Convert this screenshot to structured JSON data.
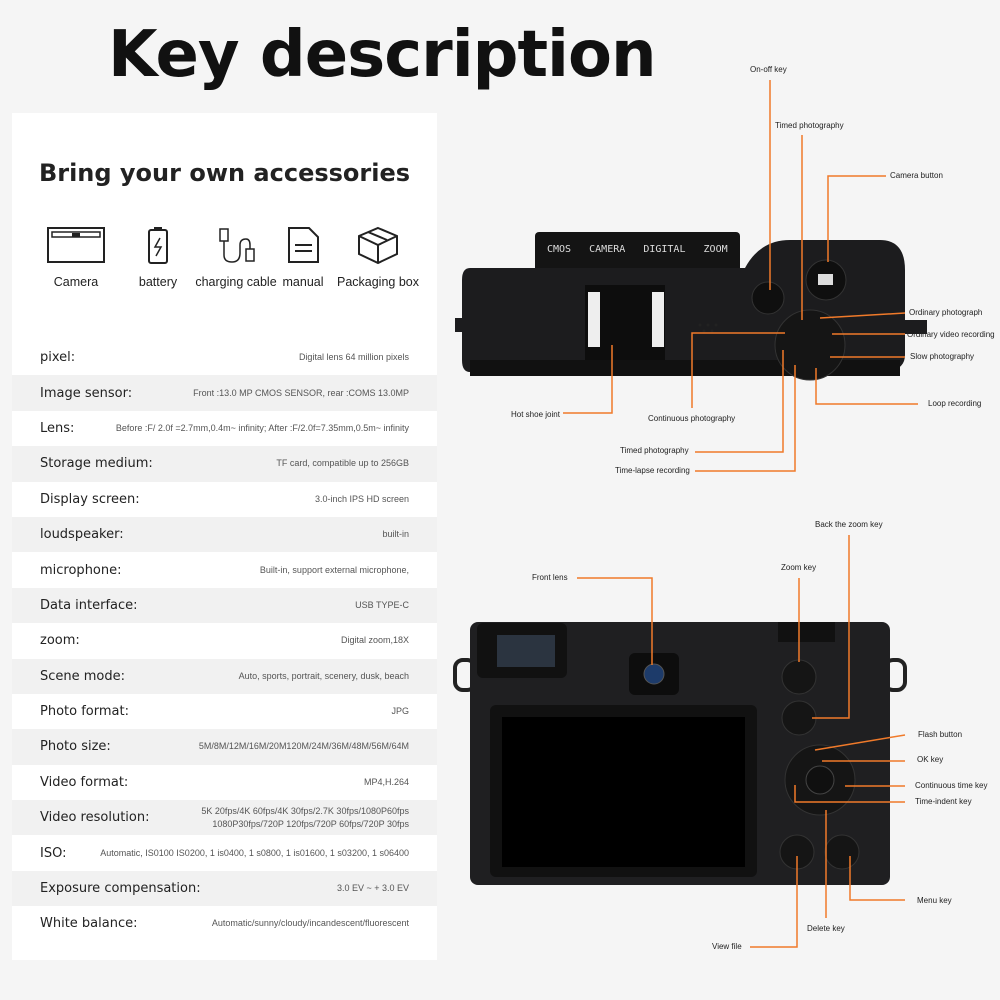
{
  "title": "Key description",
  "accessories": {
    "heading": "Bring your own accessories",
    "items": [
      {
        "label": "Camera",
        "icon": "camera-icon"
      },
      {
        "label": "battery",
        "icon": "battery-icon"
      },
      {
        "label": "charging cable",
        "icon": "cable-icon"
      },
      {
        "label": "manual",
        "icon": "manual-icon"
      },
      {
        "label": "Packaging box",
        "icon": "box-icon"
      }
    ]
  },
  "specs": [
    {
      "label": "pixel:",
      "value": "Digital lens 64 million pixels"
    },
    {
      "label": "Image sensor:",
      "value": "Front :13.0 MP CMOS SENSOR, rear :COMS 13.0MP"
    },
    {
      "label": "Lens:",
      "value": "Before :F/ 2.0f =2.7mm,0.4m~ infinity; After :F/2.0f=7.35mm,0.5m~ infinity"
    },
    {
      "label": "Storage medium:",
      "value": "TF card, compatible up to 256GB"
    },
    {
      "label": "Display screen:",
      "value": "3.0-inch IPS HD screen"
    },
    {
      "label": "loudspeaker:",
      "value": "built-in"
    },
    {
      "label": "microphone:",
      "value": "Built-in, support external microphone,"
    },
    {
      "label": "Data interface:",
      "value": "USB TYPE-C"
    },
    {
      "label": "zoom:",
      "value": "Digital zoom,18X"
    },
    {
      "label": "Scene mode:",
      "value": "Auto, sports, portrait, scenery, dusk, beach"
    },
    {
      "label": "Photo format:",
      "value": "JPG"
    },
    {
      "label": "Photo size:",
      "value": "5M/8M/12M/16M/20M120M/24M/36M/48M/56M/64M"
    },
    {
      "label": "Video format:",
      "value": "MP4,H.264"
    },
    {
      "label": "Video resolution:",
      "value": "5K 20fps/4K 60fps/4K 30fps/2.7K 30fps/1080P60fps\n1080P30fps/720P 120fps/720P 60fps/720P 30fps"
    },
    {
      "label": "ISO:",
      "value": "Automatic, IS0100 IS0200, 1 is0400, 1 s0800, 1 is01600, 1 s03200, 1 s06400"
    },
    {
      "label": "Exposure compensation:",
      "value": "3.0 EV ~ + 3.0 EV"
    },
    {
      "label": "White balance:",
      "value": "Automatic/sunny/cloudy/incandescent/fluorescent"
    }
  ],
  "top_camera": {
    "lens_text": "CMOS   CAMERA   DIGITAL   ZOOM",
    "callouts": {
      "on_off": "On-off key",
      "timed_top": "Timed photography",
      "camera_button": "Camera button",
      "ordinary_photo": "Ordinary photograph",
      "ordinary_video": "Ordinary video recording",
      "slow": "Slow photography",
      "loop": "Loop recording",
      "hot_shoe": "Hot shoe joint",
      "continuous": "Continuous photography",
      "timed": "Timed photography",
      "timelapse": "Time-lapse recording"
    }
  },
  "back_camera": {
    "callouts": {
      "front_lens": "Front lens",
      "back_zoom": "Back the zoom key",
      "zoom": "Zoom key",
      "flash": "Flash button",
      "ok": "OK key",
      "continuous_time": "Continuous time key",
      "time_indent": "Time-indent key",
      "menu": "Menu key",
      "delete": "Delete key",
      "view": "View file"
    }
  },
  "colors": {
    "leader": "#f07a2a",
    "camera": "#1c1c1e",
    "background": "#f5f5f5"
  }
}
